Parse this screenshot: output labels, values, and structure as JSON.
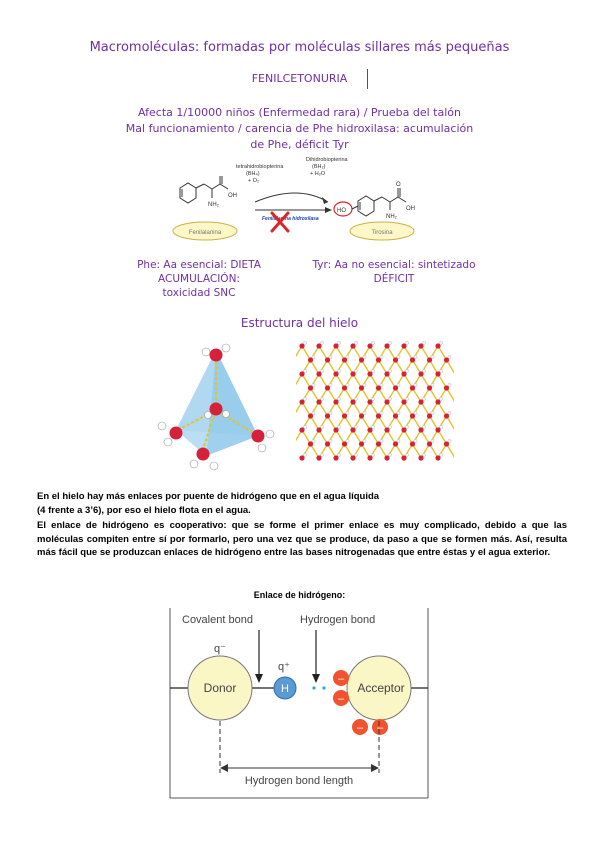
{
  "header": {
    "title": "Macromoléculas: formadas por moléculas sillares más pequeñas",
    "subtitle": "FENILCETONURIA"
  },
  "pku": {
    "line1": "Afecta 1/10000 niños (Enfermedad rara) / Prueba del talón",
    "line2": "Mal funcionamiento / carencia de Phe hidroxilasa: acumulación",
    "line3": "de Phe, déficit Tyr",
    "diagram": {
      "cofactor_left_1": "tetrahidrobiopterina",
      "cofactor_left_2": "(BH₄)",
      "cofactor_left_3": "+ O₂",
      "cofactor_right_1": "Dihidrobiopterina",
      "cofactor_right_2": "(BH₂)",
      "cofactor_right_3": "+ H₂O",
      "enzyme": "Fenilalanina hidroxilasa",
      "oh_label": "OH",
      "nh2_label": "NH₂",
      "o_label": "O",
      "ho_label": "HO",
      "left_name": "Fenilalanina",
      "right_name": "Tirosina"
    },
    "phe_1": "Phe: Aa esencial: DIETA",
    "phe_2": "ACUMULACIÓN:",
    "phe_3": "toxicidad SNC",
    "tyr_1": "Tyr: Aa no esencial: sintetizado",
    "tyr_2": "DÉFICIT"
  },
  "ice": {
    "title": "Estructura del hielo"
  },
  "text": {
    "p1a": "En el hielo hay más enlaces por puente de hidrógeno que en el agua líquida",
    "p1b": "(4 frente a 3’6), por eso el hielo flota en el agua.",
    "p2": "El enlace de hidrógeno es cooperativo: que se forme el primer enlace es muy complicado, debido a que las moléculas compiten entre sí por formarlo, pero una vez que se produce, da paso a que se formen más. Así, resulta más fácil que se produzcan enlaces de hidrógeno entre las bases nitrogenadas que entre éstas y el agua exterior."
  },
  "hbond": {
    "section_title": "Enlace de hidrógeno:",
    "covalent": "Covalent bond",
    "hydrogen": "Hydrogen bond",
    "q_minus": "q⁻",
    "q_plus": "q⁺",
    "h": "H",
    "donor": "Donor",
    "acceptor": "Acceptor",
    "minus": "–",
    "length": "Hydrogen bond length"
  },
  "colors": {
    "accent": "#7030a0",
    "circle_fill": "#fbf6c6",
    "lone_pair": "#f0532d",
    "hydrogen": "#5b9bd5",
    "oxygen": "#d6213a",
    "bond": "#e6c22a",
    "ice_tetra": "#8ec8ea"
  }
}
